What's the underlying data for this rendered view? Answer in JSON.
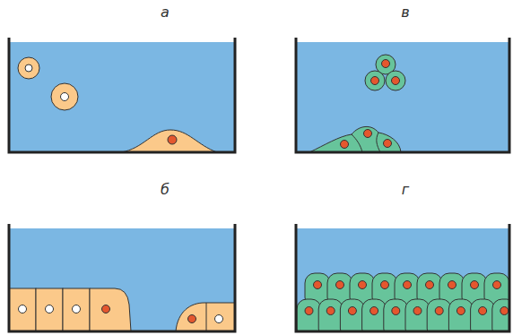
{
  "diagram": {
    "labels": [
      "а",
      "в",
      "б",
      "г"
    ]
  }
}
